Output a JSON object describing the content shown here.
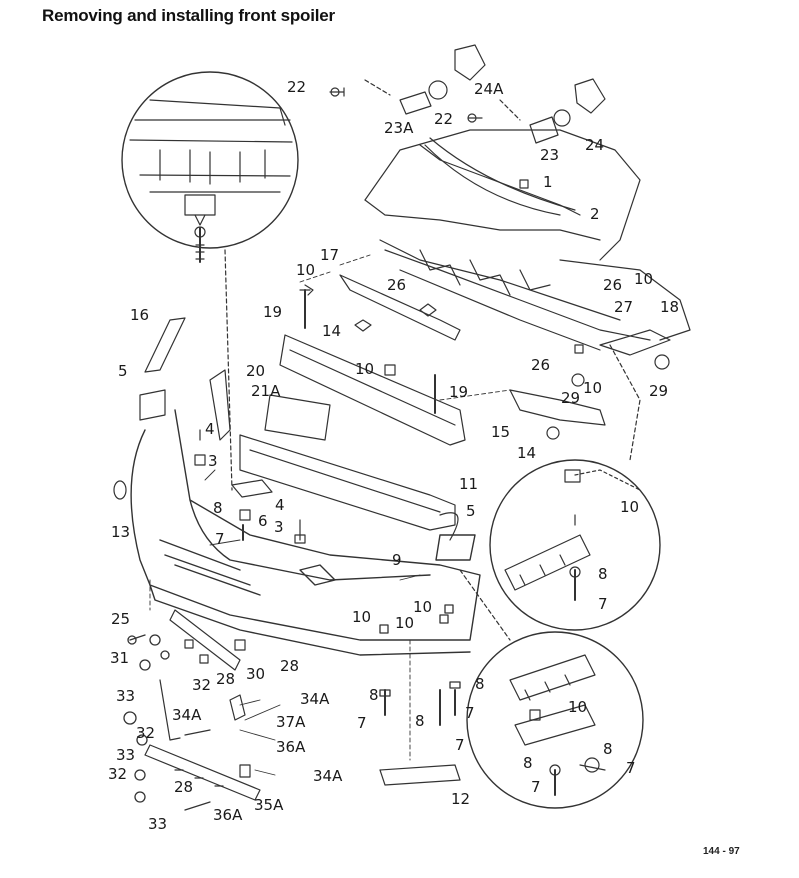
{
  "title": "Removing and installing front spoiler",
  "figure_ref": "144 - 97",
  "callouts": [
    {
      "id": "c22a",
      "text": "22"
    },
    {
      "id": "c24A",
      "text": "24A"
    },
    {
      "id": "c23A",
      "text": "23A"
    },
    {
      "id": "c22b",
      "text": "22"
    },
    {
      "id": "c23",
      "text": "23"
    },
    {
      "id": "c24",
      "text": "24"
    },
    {
      "id": "c1",
      "text": "1"
    },
    {
      "id": "c2",
      "text": "2"
    },
    {
      "id": "c17",
      "text": "17"
    },
    {
      "id": "c10a",
      "text": "10"
    },
    {
      "id": "c26a",
      "text": "26"
    },
    {
      "id": "c26b",
      "text": "26"
    },
    {
      "id": "c10b",
      "text": "10"
    },
    {
      "id": "c27",
      "text": "27"
    },
    {
      "id": "c18",
      "text": "18"
    },
    {
      "id": "c16",
      "text": "16"
    },
    {
      "id": "c19a",
      "text": "19"
    },
    {
      "id": "c14a",
      "text": "14"
    },
    {
      "id": "c5a",
      "text": "5"
    },
    {
      "id": "c20",
      "text": "20"
    },
    {
      "id": "c10c",
      "text": "10"
    },
    {
      "id": "c26c",
      "text": "26"
    },
    {
      "id": "c10d",
      "text": "10"
    },
    {
      "id": "c29a",
      "text": "29"
    },
    {
      "id": "c29b",
      "text": "29"
    },
    {
      "id": "c21A",
      "text": "21A"
    },
    {
      "id": "c19b",
      "text": "19"
    },
    {
      "id": "c15",
      "text": "15"
    },
    {
      "id": "c14b",
      "text": "14"
    },
    {
      "id": "c4a",
      "text": "4"
    },
    {
      "id": "c3a",
      "text": "3"
    },
    {
      "id": "c11",
      "text": "11"
    },
    {
      "id": "c10e",
      "text": "10"
    },
    {
      "id": "c13",
      "text": "13"
    },
    {
      "id": "c8a",
      "text": "8"
    },
    {
      "id": "c6",
      "text": "6"
    },
    {
      "id": "c4b",
      "text": "4"
    },
    {
      "id": "c5b",
      "text": "5"
    },
    {
      "id": "c7a",
      "text": "7"
    },
    {
      "id": "c3b",
      "text": "3"
    },
    {
      "id": "c9",
      "text": "9"
    },
    {
      "id": "c8b",
      "text": "8"
    },
    {
      "id": "c7b",
      "text": "7"
    },
    {
      "id": "c25",
      "text": "25"
    },
    {
      "id": "c10f",
      "text": "10"
    },
    {
      "id": "c10g",
      "text": "10"
    },
    {
      "id": "c10h",
      "text": "10"
    },
    {
      "id": "c31",
      "text": "31"
    },
    {
      "id": "c30",
      "text": "30"
    },
    {
      "id": "c28a",
      "text": "28"
    },
    {
      "id": "c32a",
      "text": "32"
    },
    {
      "id": "c28b",
      "text": "28"
    },
    {
      "id": "c33a",
      "text": "33"
    },
    {
      "id": "c34Aa",
      "text": "34A"
    },
    {
      "id": "c8c",
      "text": "8"
    },
    {
      "id": "c8d",
      "text": "8"
    },
    {
      "id": "c34Ab",
      "text": "34A"
    },
    {
      "id": "c37A",
      "text": "37A"
    },
    {
      "id": "c7c",
      "text": "7"
    },
    {
      "id": "c8e",
      "text": "8"
    },
    {
      "id": "c7d",
      "text": "7"
    },
    {
      "id": "c10i",
      "text": "10"
    },
    {
      "id": "c32b",
      "text": "32"
    },
    {
      "id": "c36Aa",
      "text": "36A"
    },
    {
      "id": "c33b",
      "text": "33"
    },
    {
      "id": "c7e",
      "text": "7"
    },
    {
      "id": "c8f",
      "text": "8"
    },
    {
      "id": "c32c",
      "text": "32"
    },
    {
      "id": "c34Ac",
      "text": "34A"
    },
    {
      "id": "c8g",
      "text": "8"
    },
    {
      "id": "c7f",
      "text": "7"
    },
    {
      "id": "c28c",
      "text": "28"
    },
    {
      "id": "c7g",
      "text": "7"
    },
    {
      "id": "c12",
      "text": "12"
    },
    {
      "id": "c35A",
      "text": "35A"
    },
    {
      "id": "c36Ab",
      "text": "36A"
    },
    {
      "id": "c33c",
      "text": "33"
    }
  ]
}
